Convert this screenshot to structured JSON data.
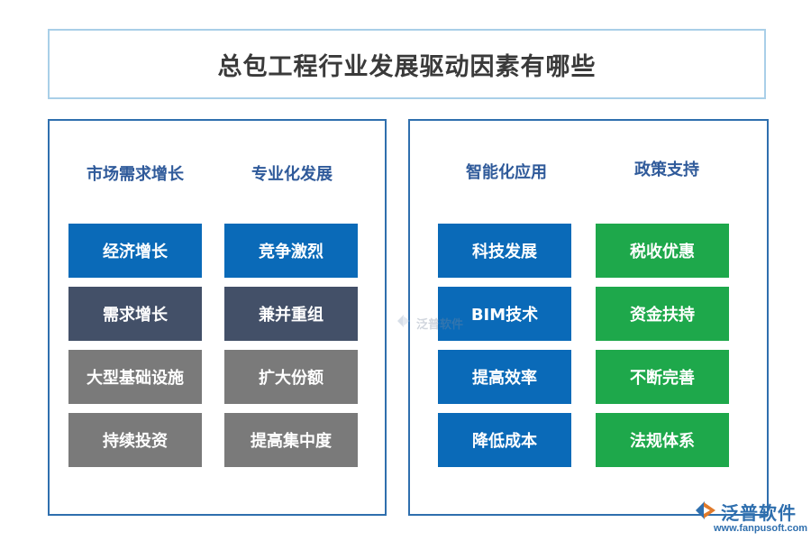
{
  "title": "总包工程行业发展驱动因素有哪些",
  "left_panel": {
    "columns": [
      {
        "heading": "市场需求增长",
        "items": [
          "经济增长",
          "需求增长",
          "大型基础设施",
          "持续投资"
        ]
      },
      {
        "heading": "专业化发展",
        "items": [
          "竞争激烈",
          "兼并重组",
          "扩大份额",
          "提高集中度"
        ]
      }
    ]
  },
  "right_panel": {
    "columns": [
      {
        "heading": "智能化应用",
        "items": [
          "科技发展",
          "BIM技术",
          "提高效率",
          "降低成本"
        ]
      },
      {
        "heading": "政策支持",
        "items": [
          "税收优惠",
          "资金扶持",
          "不断完善",
          "法规体系"
        ]
      }
    ]
  },
  "watermark": {
    "text": "泛普软件"
  },
  "logo": {
    "text": "泛普软件",
    "url": "www.fanpusoft.com",
    "icon": "fanpu-logo-icon"
  },
  "colors": {
    "blue": "#0a6ab8",
    "slate": "#435068",
    "gray": "#7a7a7a",
    "green": "#1ea84b",
    "border": "#2f6fae",
    "heading": "#2f5a9a"
  }
}
